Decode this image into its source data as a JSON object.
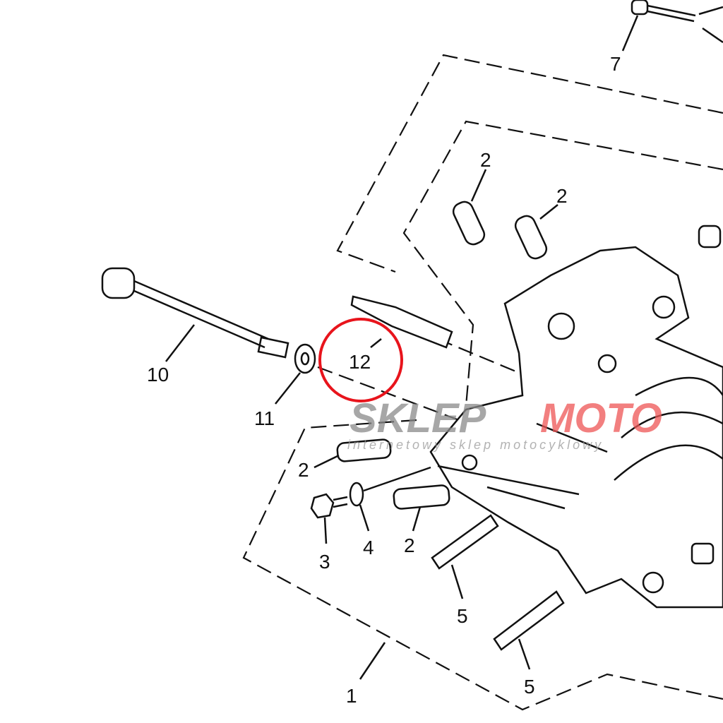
{
  "diagram": {
    "callouts": [
      {
        "id": "c7",
        "text": "7"
      },
      {
        "id": "c2a",
        "text": "2"
      },
      {
        "id": "c2b",
        "text": "2"
      },
      {
        "id": "c10",
        "text": "10"
      },
      {
        "id": "c12",
        "text": "12"
      },
      {
        "id": "c11",
        "text": "11"
      },
      {
        "id": "c2c",
        "text": "2"
      },
      {
        "id": "c3",
        "text": "3"
      },
      {
        "id": "c4",
        "text": "4"
      },
      {
        "id": "c2d",
        "text": "2"
      },
      {
        "id": "c5a",
        "text": "5"
      },
      {
        "id": "c5b",
        "text": "5"
      },
      {
        "id": "c1",
        "text": "1"
      }
    ],
    "highlight_color": "#e8141c"
  },
  "watermark": {
    "brand_a": "SKLEP",
    "brand_b": "MOTO",
    "tagline": "internetowy sklep motocyklowy",
    "color_a": "#8a8a8a",
    "color_b": "#ee5555"
  }
}
